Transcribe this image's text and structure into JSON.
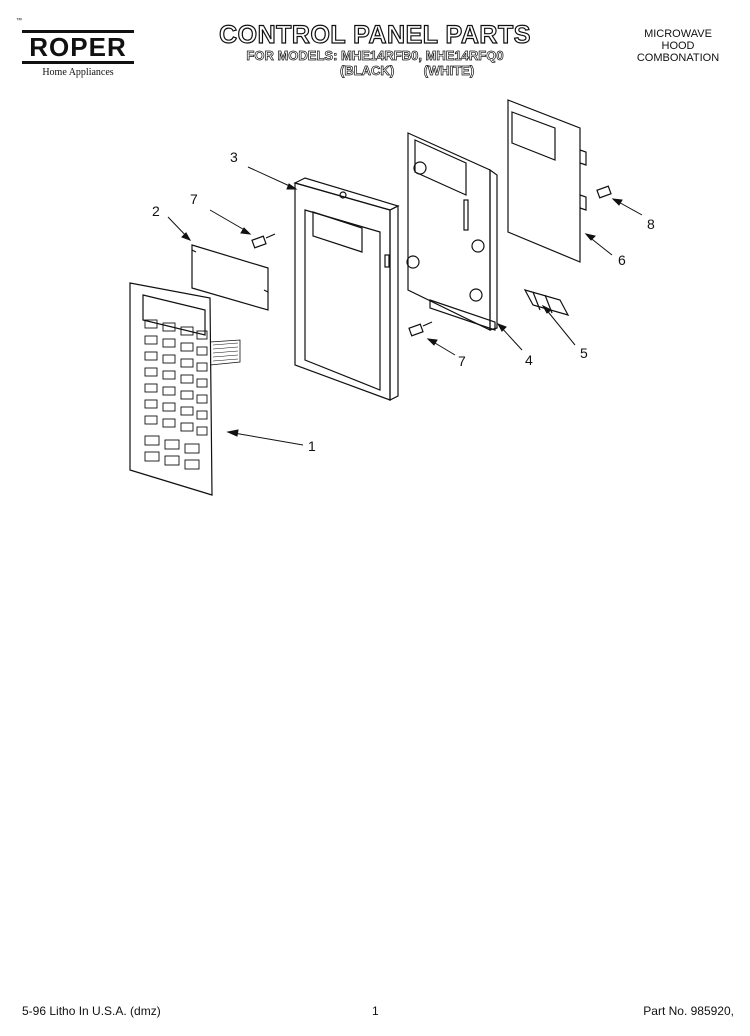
{
  "header": {
    "brand": "ROPER",
    "brand_sub": "Home Appliances",
    "trademark": "™",
    "title": "CONTROL PANEL PARTS",
    "models_line": "FOR MODELS: MHE14RFB0, MHE14RFQ0",
    "variant_black": "(BLACK)",
    "variant_white": "(WHITE)",
    "product_line1": "MICROWAVE",
    "product_line2": "HOOD",
    "product_line3": "COMBONATION"
  },
  "callouts": {
    "c1": "1",
    "c2": "2",
    "c3": "3",
    "c4": "4",
    "c5": "5",
    "c6": "6",
    "c7a": "7",
    "c7b": "7",
    "c8": "8"
  },
  "footer": {
    "left": "5-96 Litho In U.S.A. (dmz)",
    "page": "1",
    "part_no": "Part No. 985920,"
  }
}
